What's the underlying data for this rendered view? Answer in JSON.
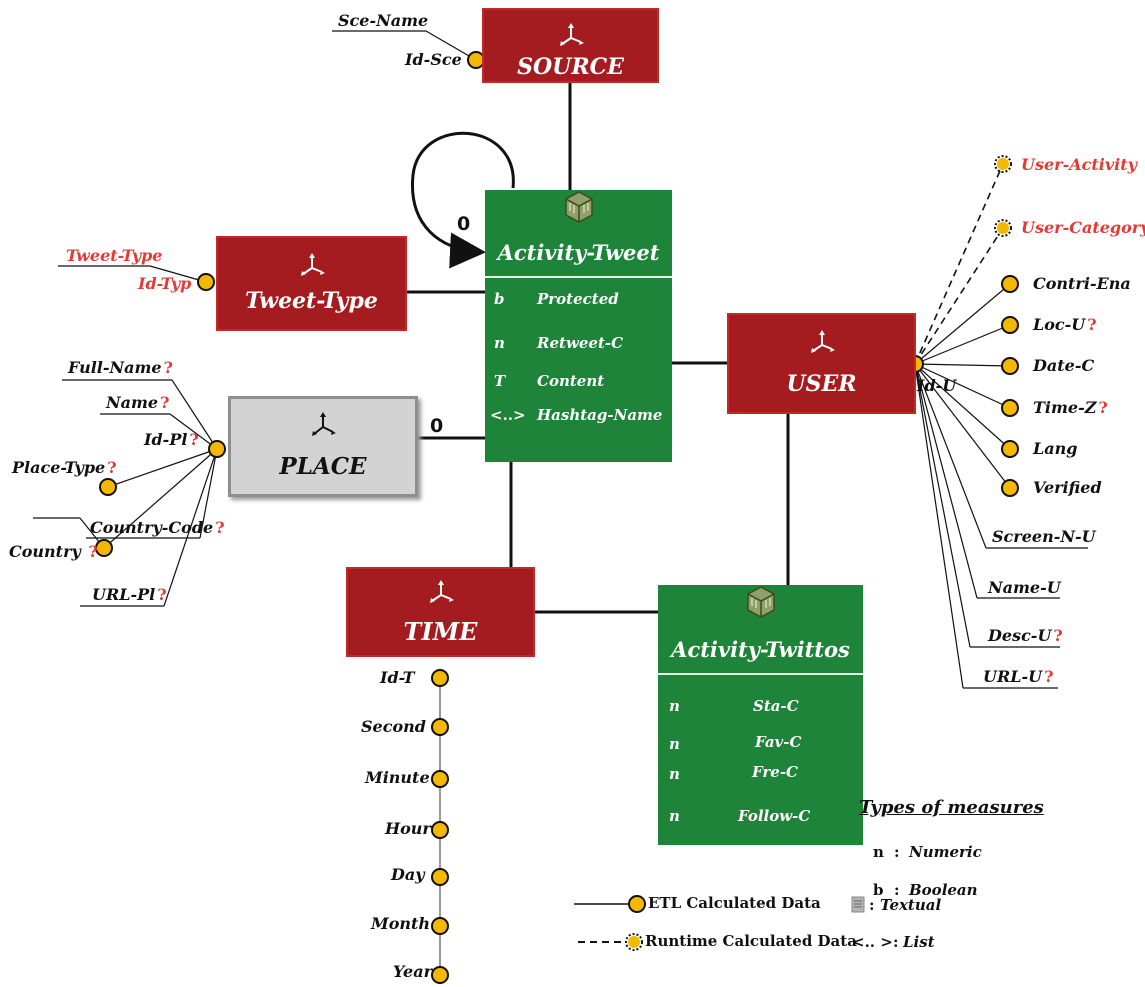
{
  "colors": {
    "dimension_fill": "#a51c20",
    "fact_fill": "#1e8439",
    "place_fill": "#d3d3d3",
    "node_fill": "#f5b800",
    "optional_text": "#e53935"
  },
  "dimensions": {
    "source": {
      "name": "SOURCE",
      "id": "Id-Sce",
      "attrs": [
        "Sce-Name"
      ]
    },
    "tweet_type": {
      "name": "Tweet-Type",
      "id": "Id-Typ",
      "attrs": [
        "Tweet-Type"
      ]
    },
    "place": {
      "name": "PLACE",
      "id": "Id-Pl",
      "attrs": [
        "Full-Name",
        "Name",
        "Place-Type",
        "Country-Code",
        "Country",
        "URL-Pl"
      ]
    },
    "user": {
      "name": "USER",
      "id": "Id-U",
      "runtime_attrs": [
        "User-Activity",
        "User-Category"
      ],
      "attrs": [
        "Contri-Ena",
        "Loc-U",
        "Date-C",
        "Time-Z",
        "Lang",
        "Verified",
        "Screen-N-U",
        "Name-U",
        "Desc-U",
        "URL-U"
      ]
    },
    "time": {
      "name": "TIME",
      "levels": [
        "Id-T",
        "Second",
        "Minute",
        "Hour",
        "Day",
        "Month",
        "Year"
      ]
    }
  },
  "facts": {
    "activity_tweet": {
      "name": "Activity-Tweet",
      "measures": [
        {
          "type": "b",
          "name": "Protected"
        },
        {
          "type": "n",
          "name": "Retweet-C"
        },
        {
          "type": "T",
          "name": "Content"
        },
        {
          "type": "<..>",
          "name": "Hashtag-Name"
        }
      ]
    },
    "activity_twittos": {
      "name": "Activity-Twittos",
      "measures": [
        {
          "type": "n",
          "name": "Sta-C"
        },
        {
          "type": "n",
          "name": "Fav-C"
        },
        {
          "type": "n",
          "name": "Fre-C"
        },
        {
          "type": "n",
          "name": "Follow-C"
        }
      ]
    }
  },
  "optional_mark": "?",
  "zero_labels": {
    "reflexive": "0",
    "place": "0"
  },
  "legend": {
    "etl": "ETL Calculated Data",
    "runtime": "Runtime Calculated Data",
    "types_title": "Types of measures",
    "types": [
      {
        "sym": "n",
        "sep": ":",
        "label": "Numeric"
      },
      {
        "sym": "b",
        "sep": ":",
        "label": "Boolean"
      },
      {
        "sym": "",
        "sep": ":",
        "label": "Textual"
      },
      {
        "sym": "<.. >",
        "sep": ":",
        "label": "List"
      }
    ]
  }
}
